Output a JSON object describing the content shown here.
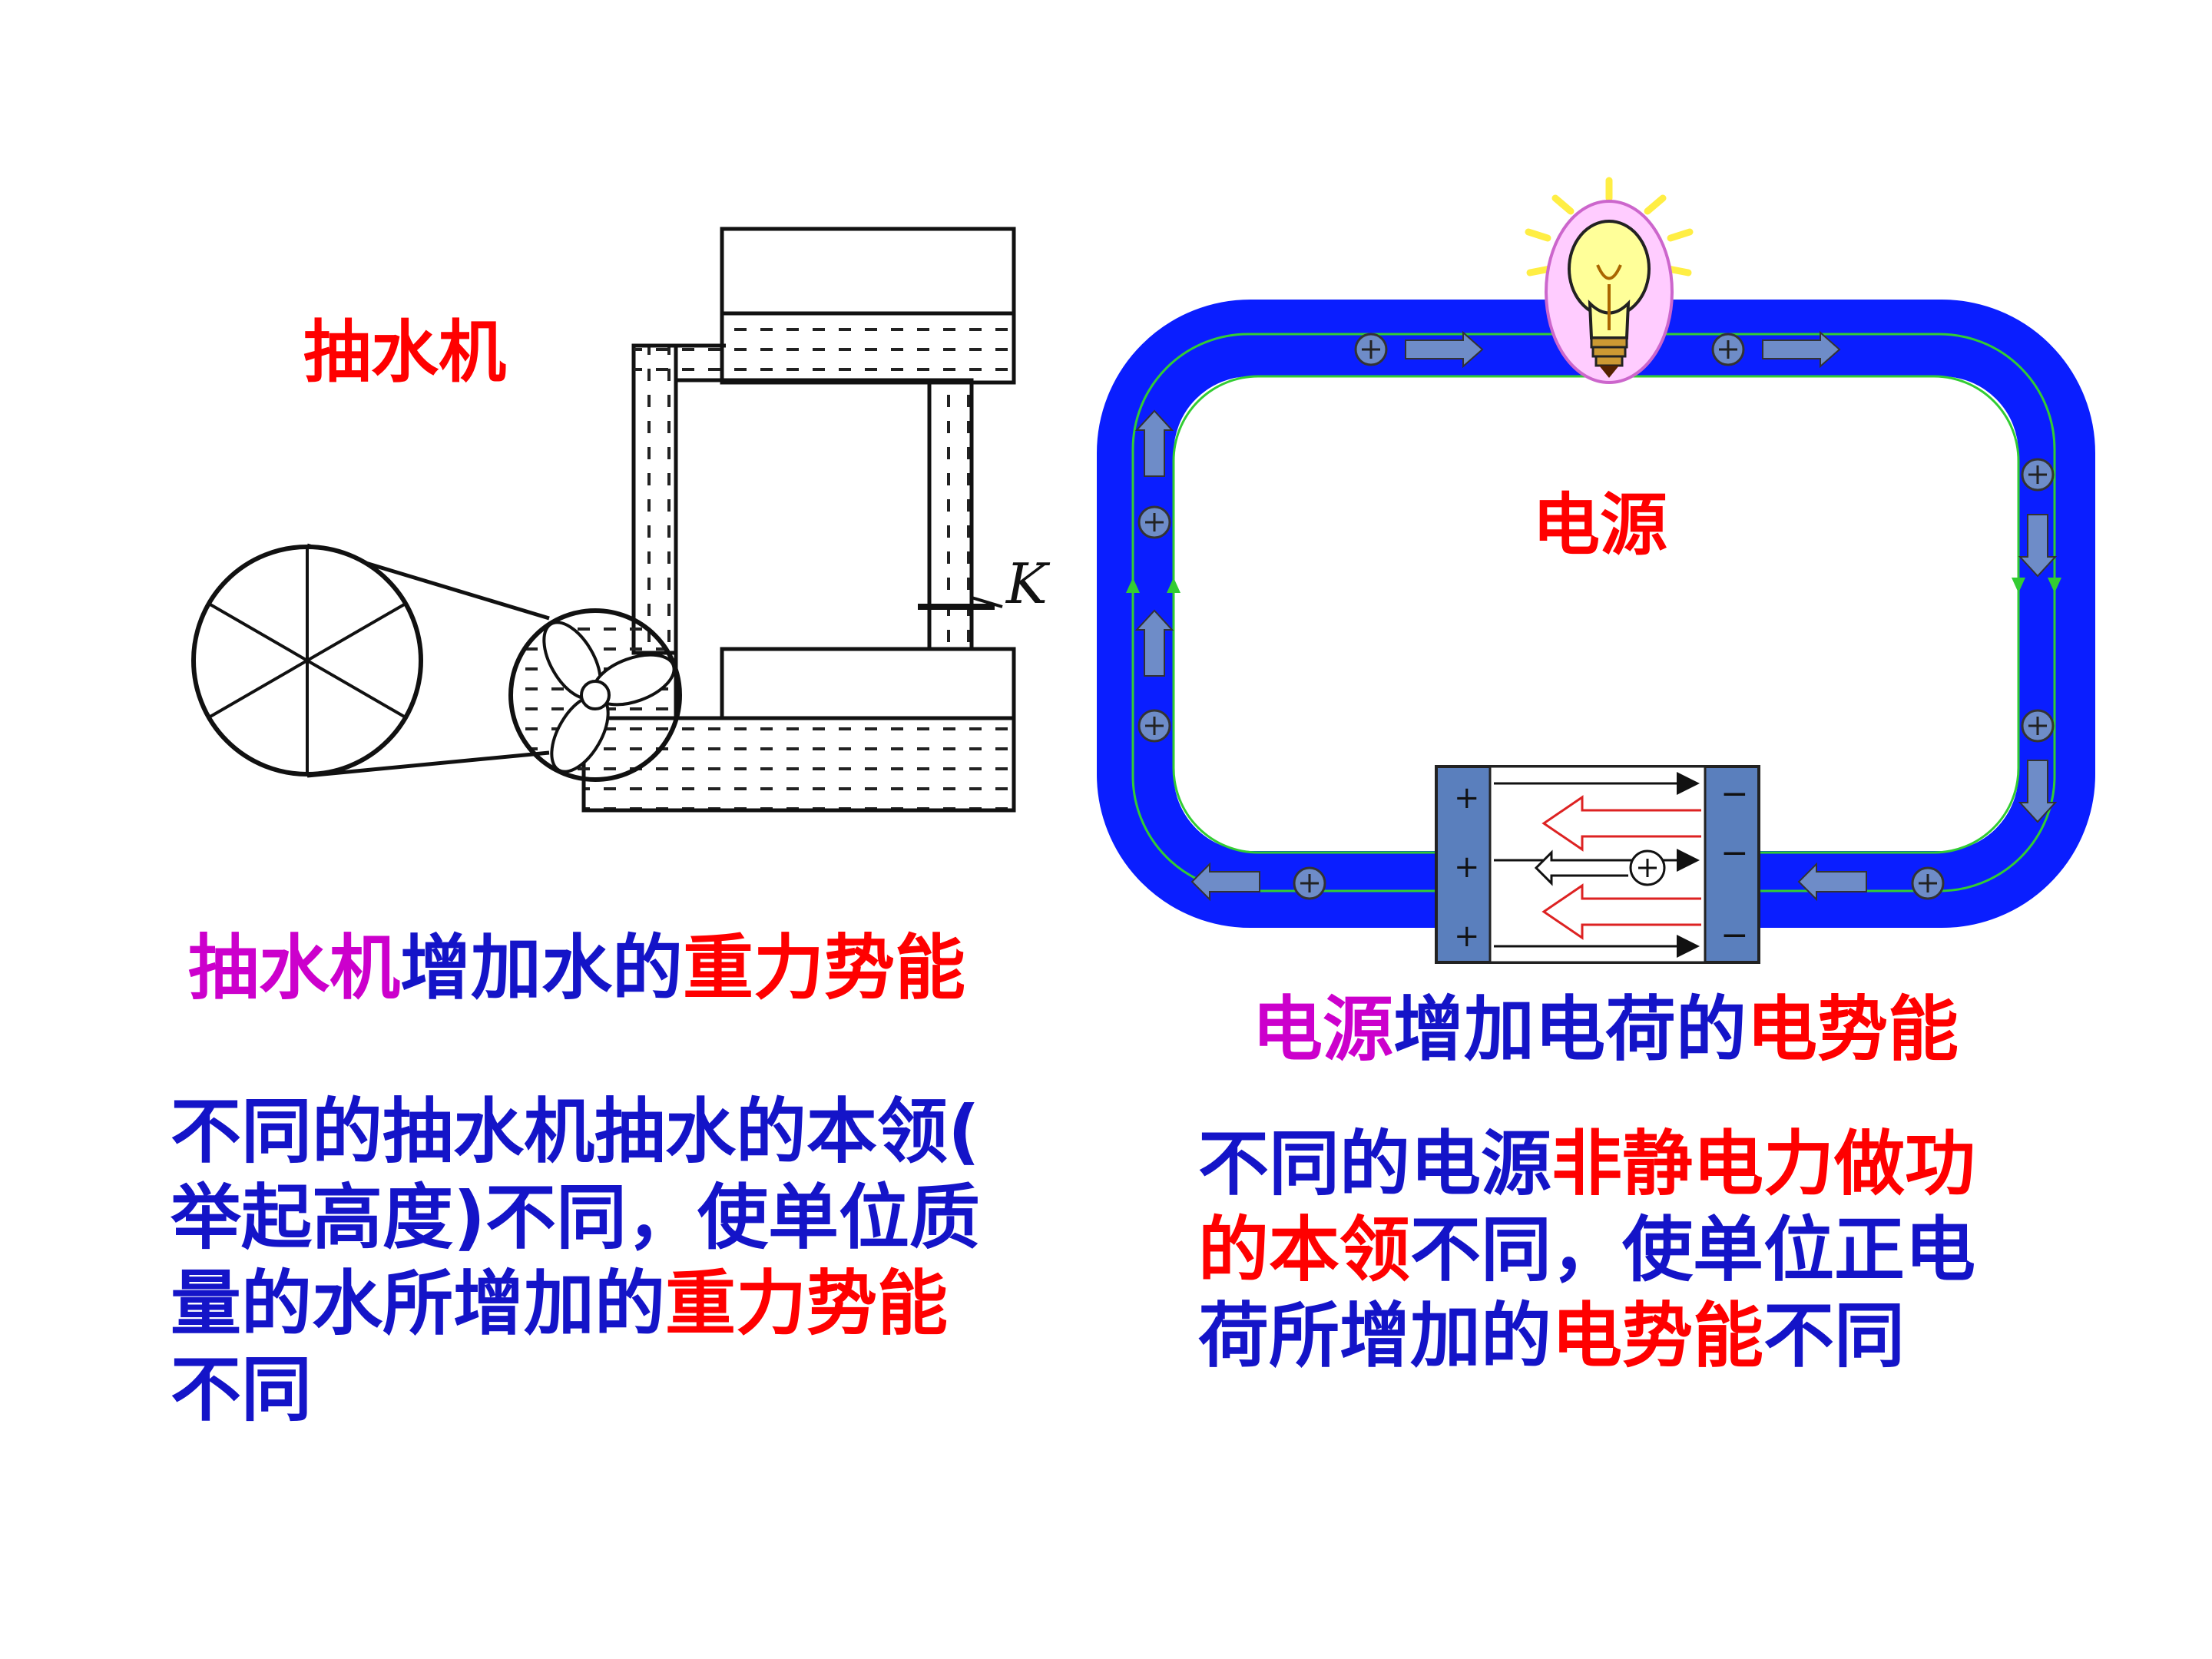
{
  "colors": {
    "red": "#ff0000",
    "blue": "#1414c8",
    "magenta": "#cc00cc",
    "circuit_blue": "#0a1eff",
    "battery": "#5a7fbd",
    "current_green": "#33cc33",
    "bulb_yellow": "#ffee66"
  },
  "left": {
    "pump_label": "抽水机",
    "valve_label": "K",
    "caption": {
      "part1": "抽水机",
      "part2": "增加水的",
      "part3": "重力势能"
    },
    "paragraph": {
      "line1": "不同的抽水机抽水的本领(",
      "line2": "举起高度)不同，使单位质",
      "line3_a": "量的水所增加的",
      "line3_b": "重力势能",
      "line4": "不同"
    }
  },
  "right": {
    "source_label": "电源",
    "plus_sign": "+",
    "minus_sign": "−",
    "caption": {
      "part1": "电源",
      "part2": "增加电荷的",
      "part3": "电势能"
    },
    "paragraph": {
      "line1_a": "不同的电源",
      "line1_b": "非静电力做功",
      "line2_a": "的本领",
      "line2_b": "不同，使单位正电",
      "line3_a": "荷所增加的",
      "line3_b": "电势能",
      "line3_c": "不同"
    }
  }
}
